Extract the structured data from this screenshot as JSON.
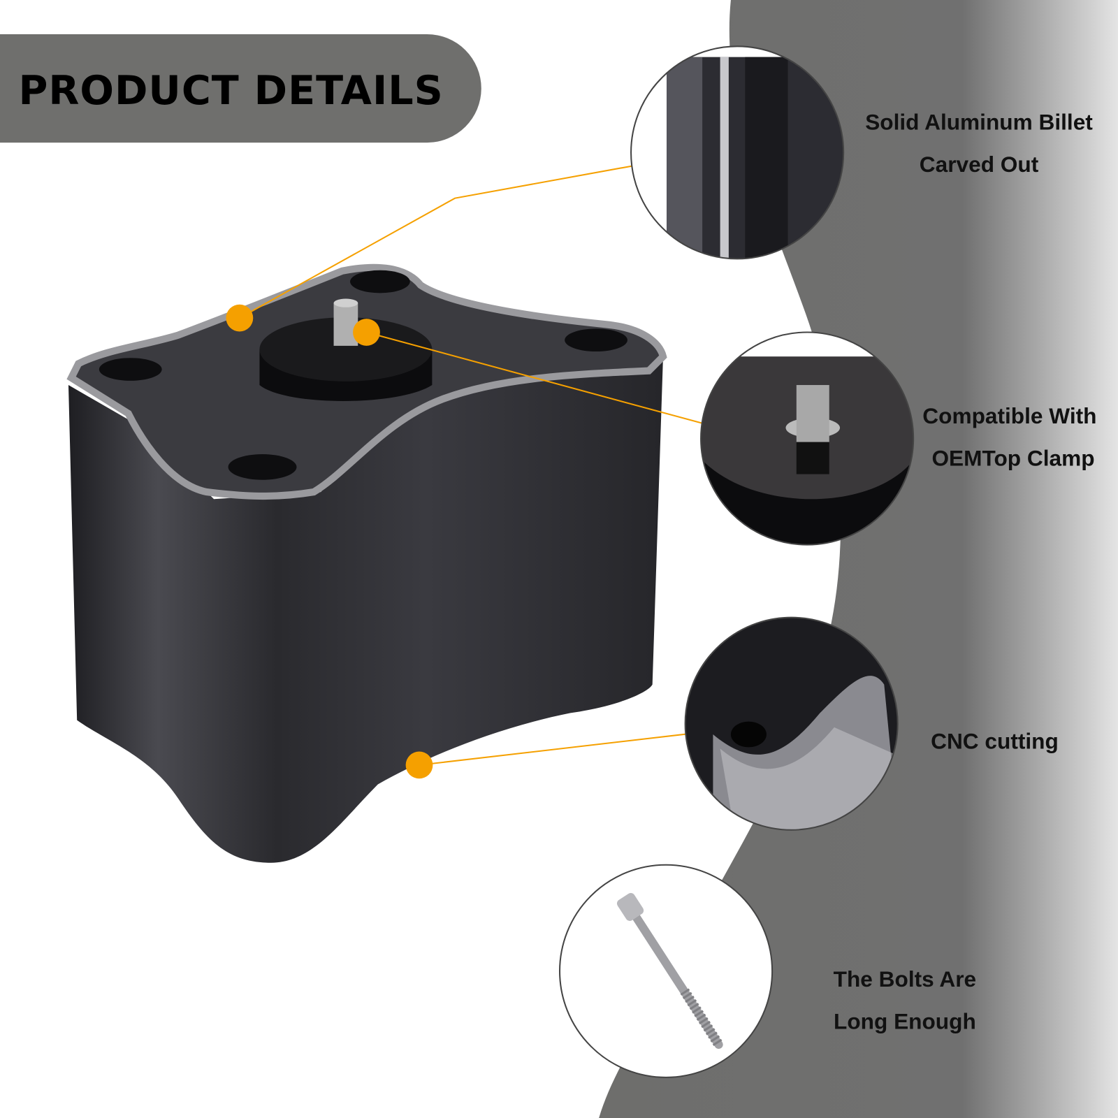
{
  "header": {
    "title": "PRODUCT DETAILS"
  },
  "features": [
    {
      "line1": "Solid Aluminum Billet",
      "line2": "Carved Out"
    },
    {
      "line1": "Compatible With",
      "line2": "OEMTop Clamp"
    },
    {
      "line1": "CNC cutting"
    },
    {
      "line1": "The Bolts Are",
      "line2": "Long Enough"
    }
  ],
  "colors": {
    "accent": "#f5a000",
    "panel": "#6e6e6c",
    "product": "#2a2a2e"
  }
}
